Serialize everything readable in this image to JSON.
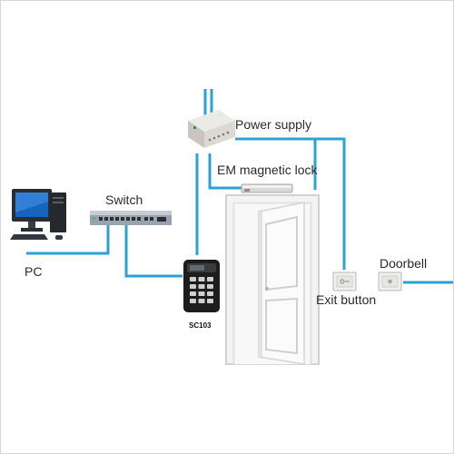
{
  "labels": {
    "power_supply": "Power supply",
    "em_lock": "EM magnetic lock",
    "switch": "Switch",
    "pc": "PC",
    "model": "SC103",
    "doorbell": "Doorbell",
    "exit_button": "Exit button"
  },
  "colors": {
    "wire": "#2aa3d4",
    "door": "#fafafa",
    "frame": "#eaeaea",
    "device_dark": "#1d1d1d",
    "label": "#2a2a2a"
  },
  "icons": [
    "computer-icon",
    "network-switch-icon",
    "power-supply-icon",
    "magnetic-lock-icon",
    "keypad-icon",
    "door-icon",
    "exit-button-icon",
    "doorbell-icon"
  ]
}
